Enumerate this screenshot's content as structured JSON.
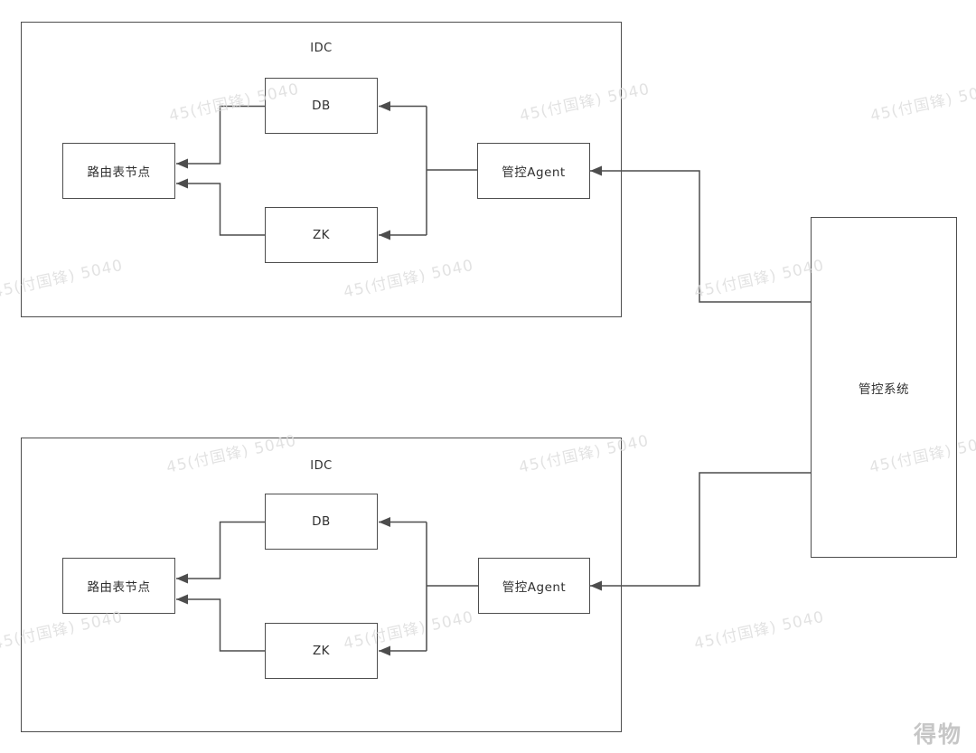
{
  "diagram": {
    "idcs": [
      {
        "title": "IDC",
        "nodes": {
          "router": "路由表节点",
          "db": "DB",
          "zk": "ZK",
          "agent": "管控Agent"
        }
      },
      {
        "title": "IDC",
        "nodes": {
          "router": "路由表节点",
          "db": "DB",
          "zk": "ZK",
          "agent": "管控Agent"
        }
      }
    ],
    "control_system": {
      "label": "管控系统"
    }
  },
  "watermark": {
    "text": "45(付国锋) 5040",
    "brand": "得物"
  },
  "colors": {
    "line": "#4d4d4d",
    "box_border": "#4d4d4d",
    "text": "#2f2f2f",
    "watermark": "#dcdcdc",
    "brand": "#c6c6c6",
    "background": "#ffffff"
  }
}
